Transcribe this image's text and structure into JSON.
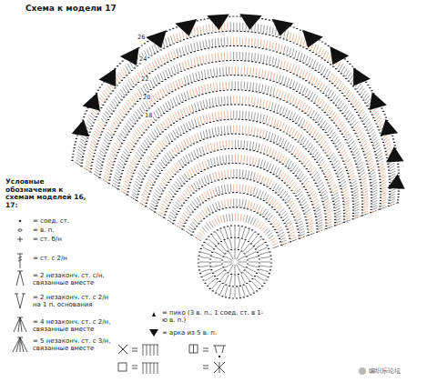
{
  "diagram": {
    "title": "Схема к модели 17",
    "labels": [
      "Условные обозначения к схемам моделей 16, 17:",
      "26",
      "24",
      "22",
      "20",
      "18",
      "编织乐论坛"
    ],
    "legend": [
      {
        "text": "= соед. ст."
      },
      {
        "text": "= в. п."
      },
      {
        "text": "= ст. б/н"
      },
      {
        "text": "= ст. с 2/н"
      },
      {
        "text": "= 2 незаконч. ст. с/н, связанные вместе"
      },
      {
        "text": "= 2 незаконч. ст. с 2/н на 1 п. основания"
      },
      {
        "text": "= 4 незаконч. ст. с 2/н, связанные вместе"
      },
      {
        "text": "= 5 незаконч. ст. с 3/н, связанные вместе"
      },
      {
        "text": "= пико (3 в. п., 1 соед. ст. в 1-ю в. п.)"
      },
      {
        "text": "= арка из 5 в. п."
      }
    ]
  }
}
